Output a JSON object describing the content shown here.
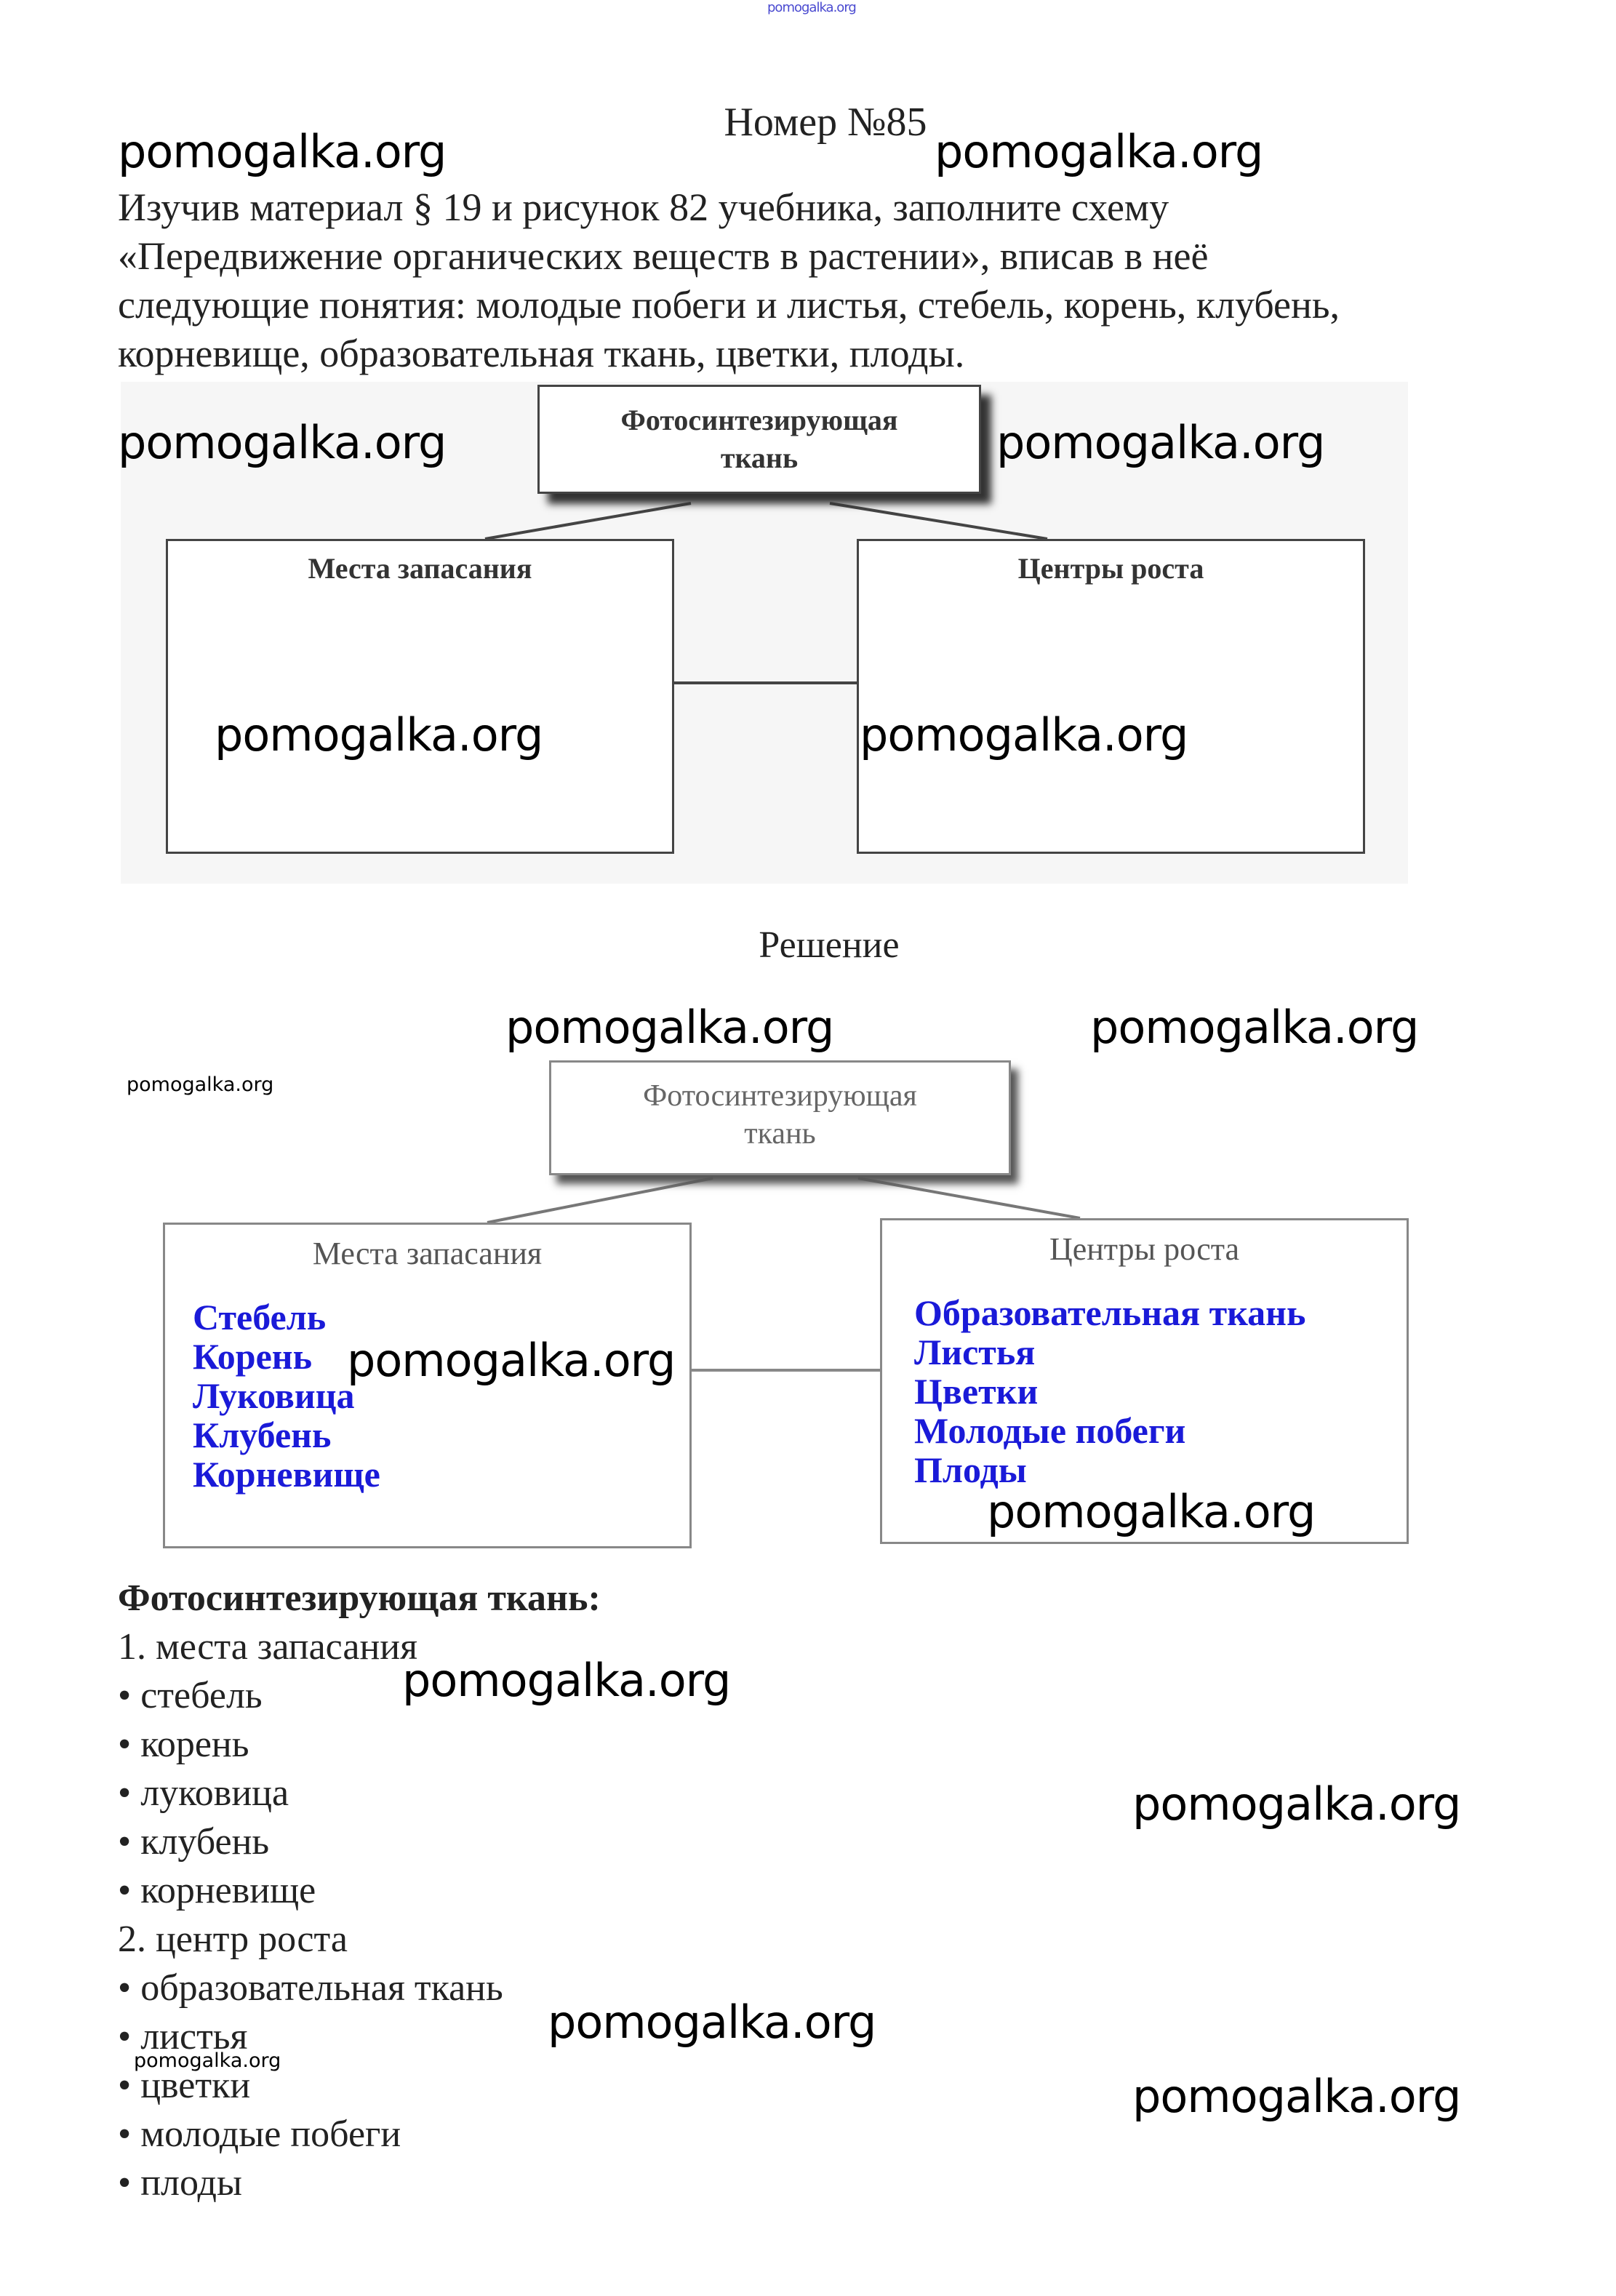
{
  "watermark": "pomogalka.org",
  "header": {
    "title": "Номер №85"
  },
  "task": {
    "lines": [
      "Изучив материал § 19 и рисунок 82 учебника, заполните схему",
      "«Передвижение органических веществ в растении», вписав в неё",
      "следующие понятия: молодые побеги и листья, стебель, корень, клубень,",
      "корневище, образовательная ткань, цветки, плоды."
    ]
  },
  "diagram_blank": {
    "top_line1": "Фотосинтезирующая",
    "top_line2": "ткань",
    "left_title": "Места запасания",
    "right_title": "Центры роста"
  },
  "solution_heading": "Решение",
  "diagram_filled": {
    "top_line1": "Фотосинтезирующая",
    "top_line2": "ткань",
    "left_title": "Места запасания",
    "right_title": "Центры роста",
    "left_items": [
      "Стебель",
      "Корень",
      "Луковица",
      "Клубень",
      "Корневище"
    ],
    "right_items": [
      "Образовательная ткань",
      "Листья",
      "Цветки",
      "Молодые побеги",
      "Плоды"
    ],
    "item_color": "#1a1ad8"
  },
  "answer": {
    "heading": "Фотосинтезирующая ткань:",
    "lines": [
      "1. места запасания",
      "• стебель",
      "• корень",
      "• луковица",
      "• клубень",
      "• корневище",
      "2. центр роста",
      "• образовательная ткань",
      "• листья",
      "• цветки",
      "• молодые побеги",
      "• плоды"
    ]
  }
}
